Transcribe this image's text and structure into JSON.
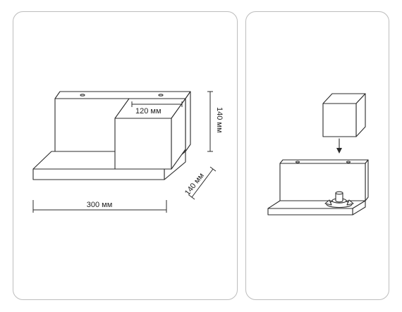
{
  "dimensions": {
    "width": "300 мм",
    "inner_box_width": "120 мм",
    "height": "140 мм",
    "depth": "140 мм"
  },
  "colors": {
    "line": "#2b2b2b",
    "panel_border": "#bdbdbd",
    "background": "#ffffff"
  },
  "icons": {
    "install_arrow": "arrow-down-icon",
    "mounting_bracket": "mounting-bracket-icon"
  }
}
